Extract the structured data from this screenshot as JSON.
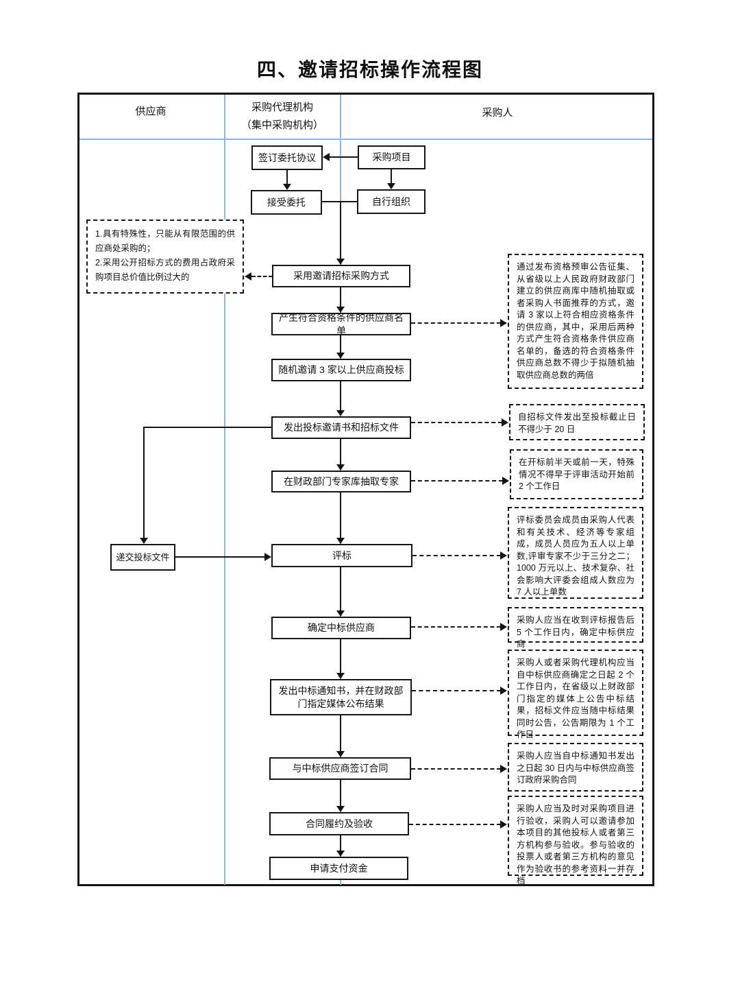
{
  "title": "四、邀请招标操作流程图",
  "colors": {
    "accent_blue": "#8db4e2",
    "line_black": "#141414"
  },
  "columns": {
    "supplier": "供应商",
    "agency_line1": "采购代理机构",
    "agency_line2": "（集中采购机构）",
    "purchaser": "采购人"
  },
  "flow": {
    "sign_agreement": "签订委托协议",
    "procurement_project": "采购项目",
    "accept_commission": "接受委托",
    "self_organize": "自行组织",
    "adopt_method": "采用邀请招标采购方式",
    "generate_list": "产生符合资格条件的供应商名单",
    "random_invite": "随机邀请 3 家以上供应商投标",
    "issue_invitation": "发出投标邀请书和招标文件",
    "draw_experts": "在财政部门专家库抽取专家",
    "submit_bid": "递交投标文件",
    "evaluation": "评标",
    "determine_winner": "确定中标供应商",
    "issue_notice": "发出中标通知书，并在财政部门指定媒体公布结果",
    "sign_contract": "与中标供应商签订合同",
    "performance_acceptance": "合同履约及验收",
    "apply_payment": "申请支付资金"
  },
  "left_note": {
    "line1": "1.具有特殊性，只能从有限范围的供应商处采购的；",
    "line2": "2.采用公开招标方式的费用占政府采购项目总价值比例过大的"
  },
  "annotations": {
    "a1": "通过发布资格预审公告征集、从省级以上人民政府财政部门建立的供应商库中随机抽取或者采购人书面推荐的方式，邀请 3 家以上符合相应资格条件的供应商，其中，采用后两种方式产生符合资格条件供应商名单的，备选的符合资格条件供应商总数不得少于拟随机抽取供应商总数的两倍",
    "a2": "自招标文件发出至投标截止日不得少于 20 日",
    "a3": "在开标前半天或前一天，特殊情况不得早于评审活动开始前 2 个工作日",
    "a4": "评标委员会成员由采购人代表和有关技术、经济等专家组成，成员人员应为五人以上单数,评审专家不少于三分之二；1000 万元以上、技术复杂、社会影响大评委会组成人数应为 7 人以上单数",
    "a5": "采购人应当在收到评标报告后 5 个工作日内，确定中标供应商",
    "a6": "采购人或者采购代理机构应当自中标供应商确定之日起 2 个工作日内，在省级以上财政部门指定的媒体上公告中标结果，招标文件应当随中标结果同时公告，公告期限为 1 个工作日",
    "a7": "采购人应当自中标通知书发出之日起 30 日内与中标供应商签订政府采购合同",
    "a8": "采购人应当及时对采购项目进行验收，采购人可以邀请参加本项目的其他投标人或者第三方机构参与验收。参与验收的投票人或者第三方机构的意见作为验收书的参考资料一并存档"
  }
}
